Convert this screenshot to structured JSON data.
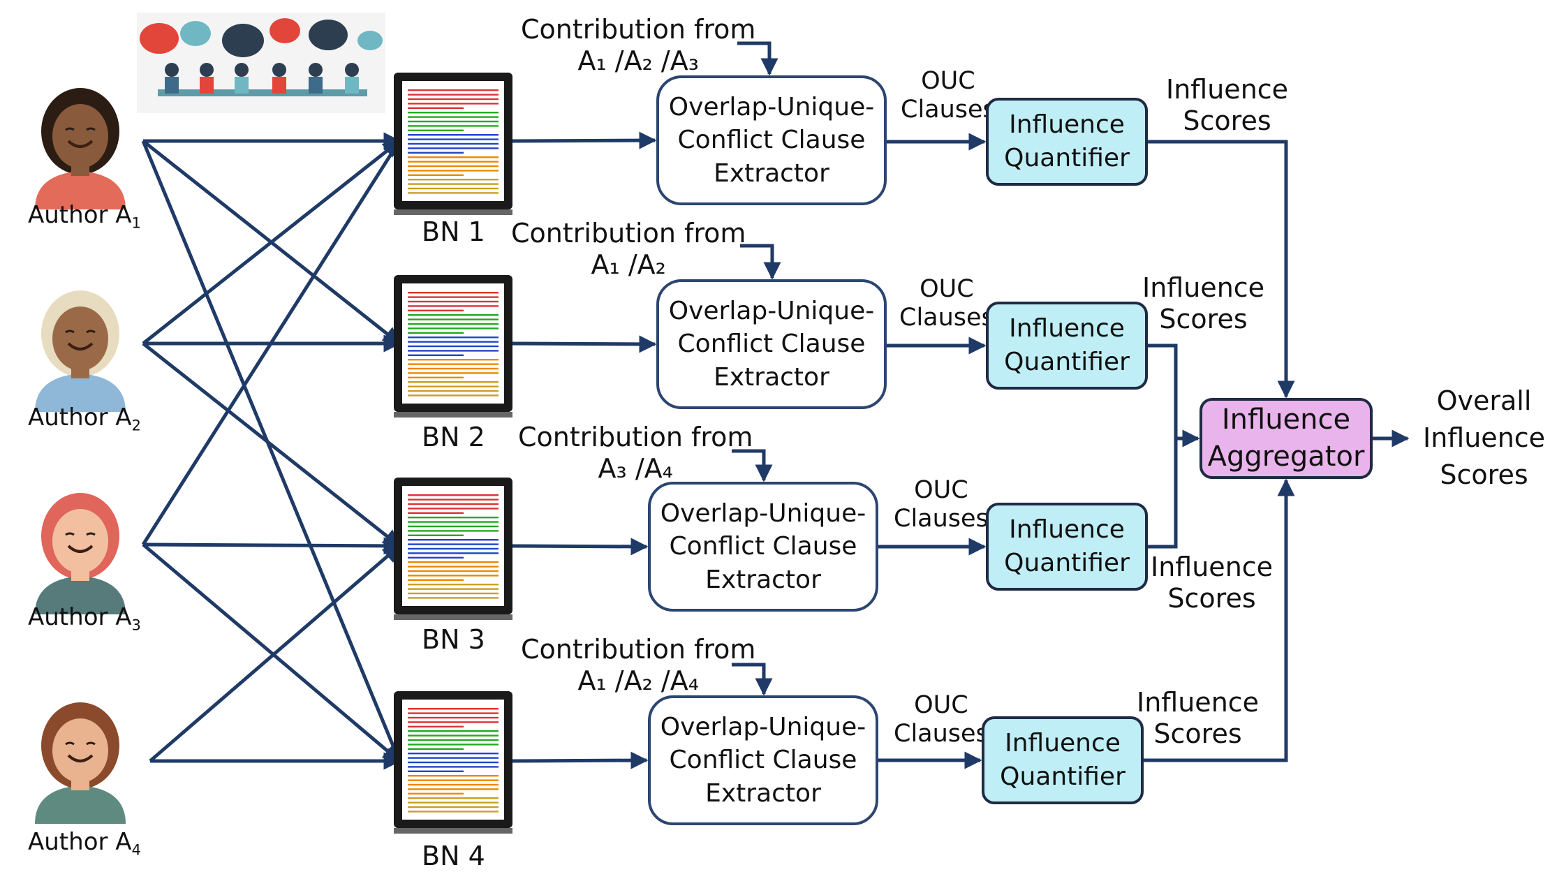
{
  "authors": [
    {
      "label": "Author A",
      "sub": "1"
    },
    {
      "label": "Author A",
      "sub": "2"
    },
    {
      "label": "Author A",
      "sub": "3"
    },
    {
      "label": "Author A",
      "sub": "4"
    }
  ],
  "branches": [
    {
      "bn_label": "BN 1",
      "contribution_line1": "Contribution from",
      "contribution_line2": "A₁ /A₂ /A₃",
      "extractor_lines": [
        "Overlap-Unique-",
        "Conflict Clause",
        "Extractor"
      ],
      "ouc_label": [
        "OUC",
        "Clauses"
      ],
      "quantifier_lines": [
        "Influence",
        "Quantifier"
      ],
      "scores_label": [
        "Influence",
        "Scores"
      ]
    },
    {
      "bn_label": "BN 2",
      "contribution_line1": "Contribution from",
      "contribution_line2": "A₁ /A₂",
      "extractor_lines": [
        "Overlap-Unique-",
        "Conflict Clause",
        "Extractor"
      ],
      "ouc_label": [
        "OUC",
        "Clauses"
      ],
      "quantifier_lines": [
        "Influence",
        "Quantifier"
      ],
      "scores_label": [
        "Influence",
        "Scores"
      ]
    },
    {
      "bn_label": "BN 3",
      "contribution_line1": "Contribution from",
      "contribution_line2": "A₃ /A₄",
      "extractor_lines": [
        "Overlap-Unique-",
        "Conflict Clause",
        "Extractor"
      ],
      "ouc_label": [
        "OUC",
        "Clauses"
      ],
      "quantifier_lines": [
        "Influence",
        "Quantifier"
      ],
      "scores_label": [
        "Influence",
        "Scores"
      ]
    },
    {
      "bn_label": "BN 4",
      "contribution_line1": "Contribution from",
      "contribution_line2": "A₁ /A₂ /A₄",
      "extractor_lines": [
        "Overlap-Unique-",
        "Conflict Clause",
        "Extractor"
      ],
      "ouc_label": [
        "OUC",
        "Clauses"
      ],
      "quantifier_lines": [
        "Influence",
        "Quantifier"
      ],
      "scores_label": [
        "Influence",
        "Scores"
      ]
    }
  ],
  "aggregator_lines": [
    "Influence",
    "Aggregator"
  ],
  "output_lines": [
    "Overall",
    "Influence",
    "Scores"
  ],
  "colors": {
    "arrow": "#1f3a66",
    "box_border": "#2c4571",
    "quantifier_fill": "#bfeef6",
    "aggregator_fill": "#e9b4ec"
  }
}
